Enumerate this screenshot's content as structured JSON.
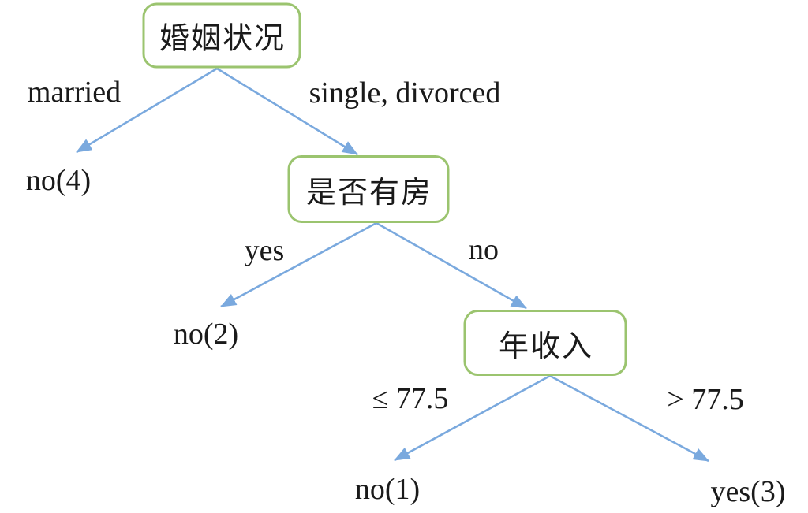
{
  "colors": {
    "background": "#ffffff",
    "node_border": "#9bc46f",
    "node_fill": "#ffffff",
    "arrow": "#7aa9de",
    "text": "#1a1a1a"
  },
  "nodes": {
    "root": "婚姻状况",
    "house": "是否有房",
    "income": "年收入"
  },
  "edge_labels": {
    "married": "married",
    "single_divorced": "single, divorced",
    "yes": "yes",
    "no": "no",
    "le_775": "≤ 77.5",
    "gt_775": "> 77.5"
  },
  "leaves": {
    "no4": "no(4)",
    "no2": "no(2)",
    "no1": "no(1)",
    "yes3": "yes(3)"
  },
  "structure": {
    "type": "decision-tree",
    "edges": [
      {
        "from": "婚姻状况",
        "label": "married",
        "to": "no(4)"
      },
      {
        "from": "婚姻状况",
        "label": "single, divorced",
        "to": "是否有房"
      },
      {
        "from": "是否有房",
        "label": "yes",
        "to": "no(2)"
      },
      {
        "from": "是否有房",
        "label": "no",
        "to": "年收入"
      },
      {
        "from": "年收入",
        "label": "≤ 77.5",
        "to": "no(1)"
      },
      {
        "from": "年收入",
        "label": "> 77.5",
        "to": "yes(3)"
      }
    ]
  }
}
